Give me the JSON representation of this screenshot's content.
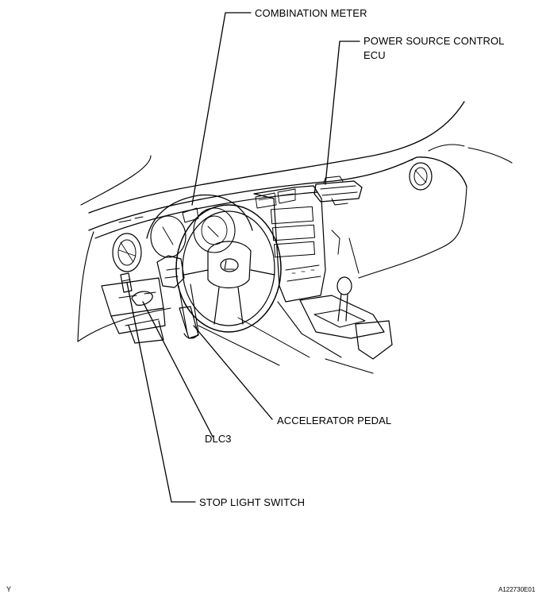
{
  "labels": {
    "combination_meter": "COMBINATION METER",
    "power_source_ecu_line1": "POWER SOURCE CONTROL",
    "power_source_ecu_line2": "ECU",
    "accelerator_pedal": "ACCELERATOR PEDAL",
    "dlc3": "DLC3",
    "stop_light_switch": "STOP LIGHT SWITCH"
  },
  "corner_marks": {
    "left": "Y",
    "right": "A122730E01"
  },
  "icons": [
    "steering-wheel-icon",
    "lexus-emblem-icon",
    "gear-shift-icon"
  ]
}
